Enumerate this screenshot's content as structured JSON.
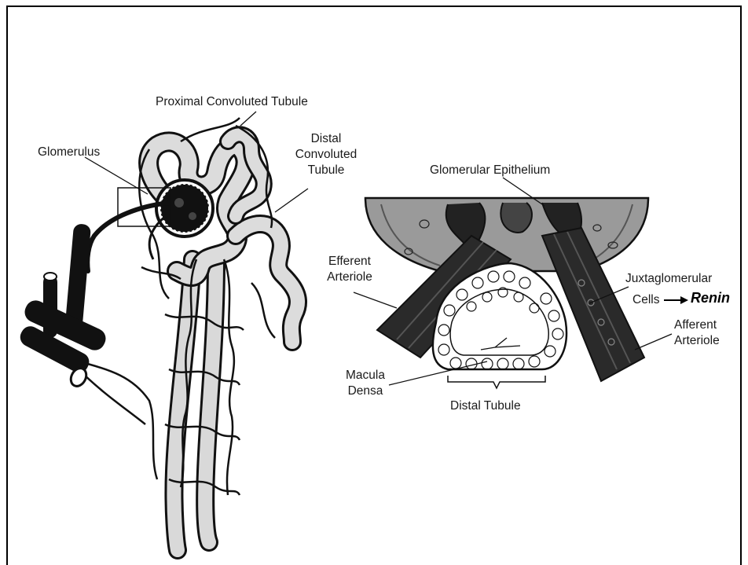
{
  "slide": {
    "labels": {
      "proximal_convoluted_tubule": "Proximal Convoluted Tubule",
      "glomerulus": "Glomerulus",
      "distal_convoluted_tubule_line1": "Distal",
      "distal_convoluted_tubule_line2": "Convoluted",
      "distal_convoluted_tubule_line3": "Tubule",
      "glomerular_epithelium": "Glomerular Epithelium",
      "efferent_arteriole_line1": "Efferent",
      "efferent_arteriole_line2": "Arteriole",
      "juxtaglomerular_line1": "Juxtaglomerular",
      "juxtaglomerular_line2": "Cells",
      "afferent_arteriole_line1": "Afferent",
      "afferent_arteriole_line2": "Arteriole",
      "macula_densa_line1": "Macula",
      "macula_densa_line2": "Densa",
      "distal_tubule": "Distal Tubule",
      "renin": "Renin"
    },
    "colors": {
      "ink": "#111111",
      "tubule_fill": "#d9d9d9",
      "epithelium_fill": "#8c8c8c",
      "renin_text": "#000000"
    }
  }
}
